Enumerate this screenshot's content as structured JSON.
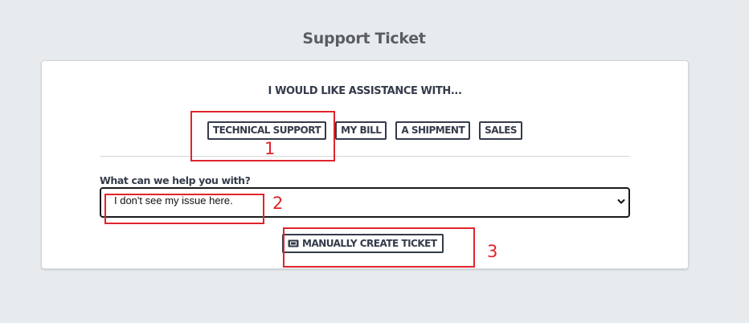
{
  "header": {
    "title": "Support Ticket"
  },
  "card": {
    "prompt": "I WOULD LIKE ASSISTANCE WITH...",
    "topics": [
      {
        "label": "TECHNICAL SUPPORT"
      },
      {
        "label": "MY BILL"
      },
      {
        "label": "A SHIPMENT"
      },
      {
        "label": "SALES"
      }
    ],
    "field": {
      "label": "What can we help you with?",
      "selected_value": "I don't see my issue here.",
      "chevron_icon": "chevron-down-icon"
    },
    "create_button": {
      "label": "MANUALLY CREATE TICKET",
      "icon": "ticket-icon"
    }
  },
  "annotations": [
    {
      "number": "1",
      "color": "#e0242b"
    },
    {
      "number": "2",
      "color": "#e0242b"
    },
    {
      "number": "3",
      "color": "#e0242b"
    }
  ],
  "colors": {
    "background": "#e8ebee",
    "card": "#ffffff",
    "text_dark": "#343b4a",
    "title": "#5a5d63",
    "annotation": "#e0242b"
  }
}
